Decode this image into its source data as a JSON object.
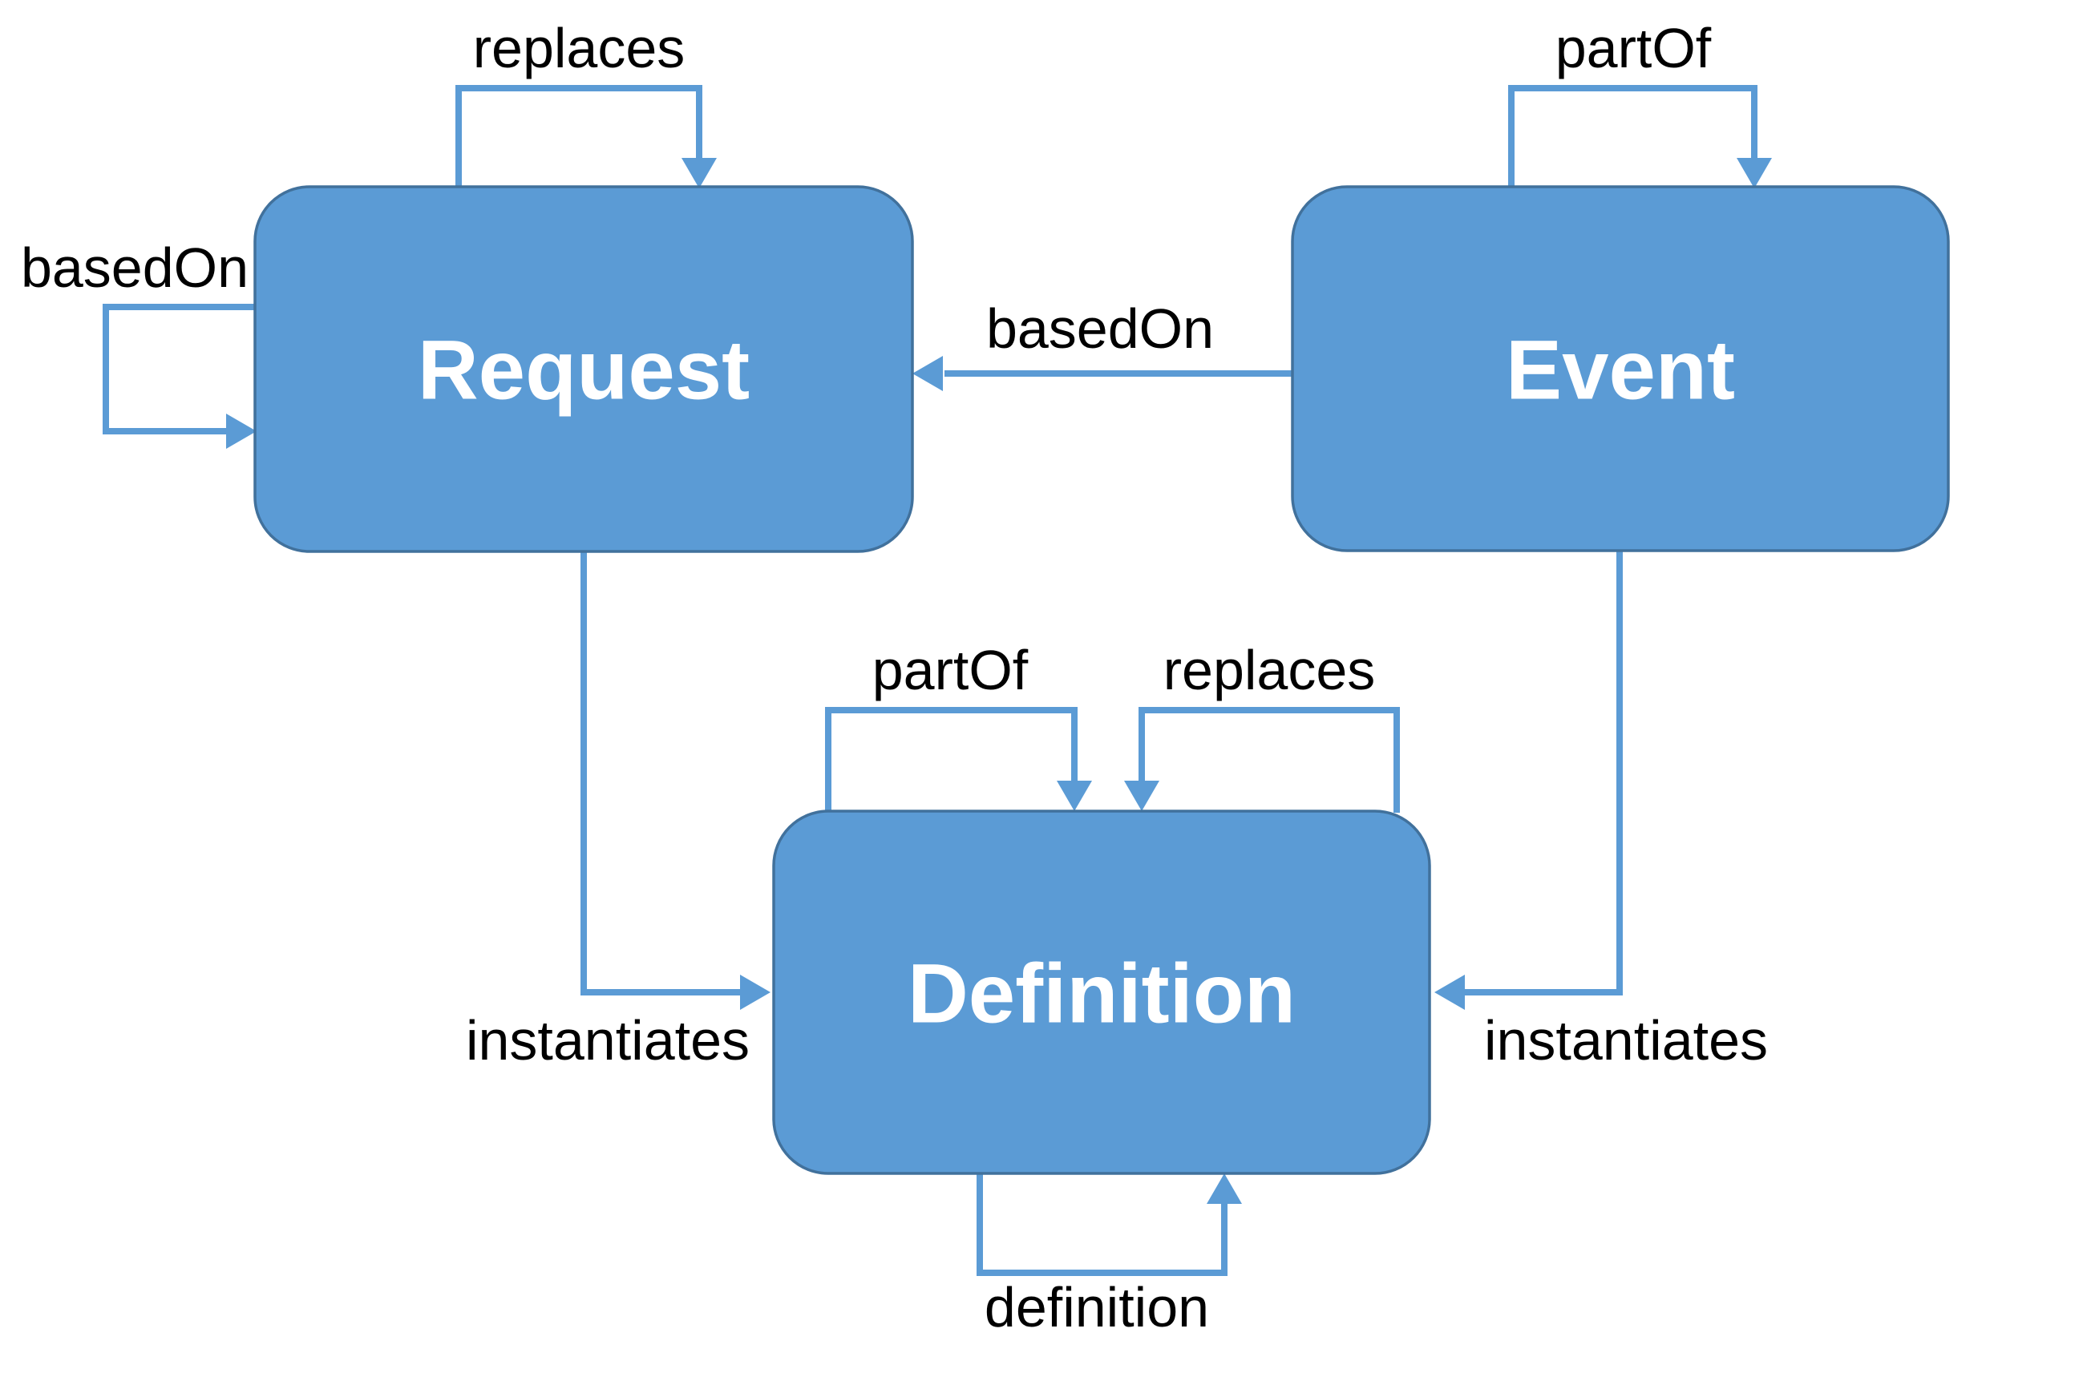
{
  "diagram": {
    "background": "#FFFFFF",
    "colors": {
      "node_fill": "#5B9BD5",
      "node_stroke": "#41719C",
      "arrow": "#5B9BD5",
      "node_text": "#FFFFFF",
      "label_text": "#000000"
    },
    "nodes": [
      {
        "label": "Request"
      },
      {
        "label": "Event"
      },
      {
        "label": "Definition"
      }
    ],
    "edges": [
      {
        "label": "replaces",
        "from": "Request",
        "to": "Request",
        "kind": "self-loop-top"
      },
      {
        "label": "partOf",
        "from": "Event",
        "to": "Event",
        "kind": "self-loop-top"
      },
      {
        "label": "basedOn",
        "from": "Request",
        "to": "Request",
        "kind": "self-loop-left"
      },
      {
        "label": "basedOn",
        "from": "Event",
        "to": "Request",
        "kind": "straight"
      },
      {
        "label": "instantiates",
        "from": "Request",
        "to": "Definition",
        "kind": "elbow"
      },
      {
        "label": "instantiates",
        "from": "Event",
        "to": "Definition",
        "kind": "elbow"
      },
      {
        "label": "partOf",
        "from": "Definition",
        "to": "Definition",
        "kind": "self-loop-top"
      },
      {
        "label": "replaces",
        "from": "Definition",
        "to": "Definition",
        "kind": "self-loop-top"
      },
      {
        "label": "definition",
        "from": "Definition",
        "to": "Definition",
        "kind": "self-loop-bottom"
      }
    ]
  }
}
